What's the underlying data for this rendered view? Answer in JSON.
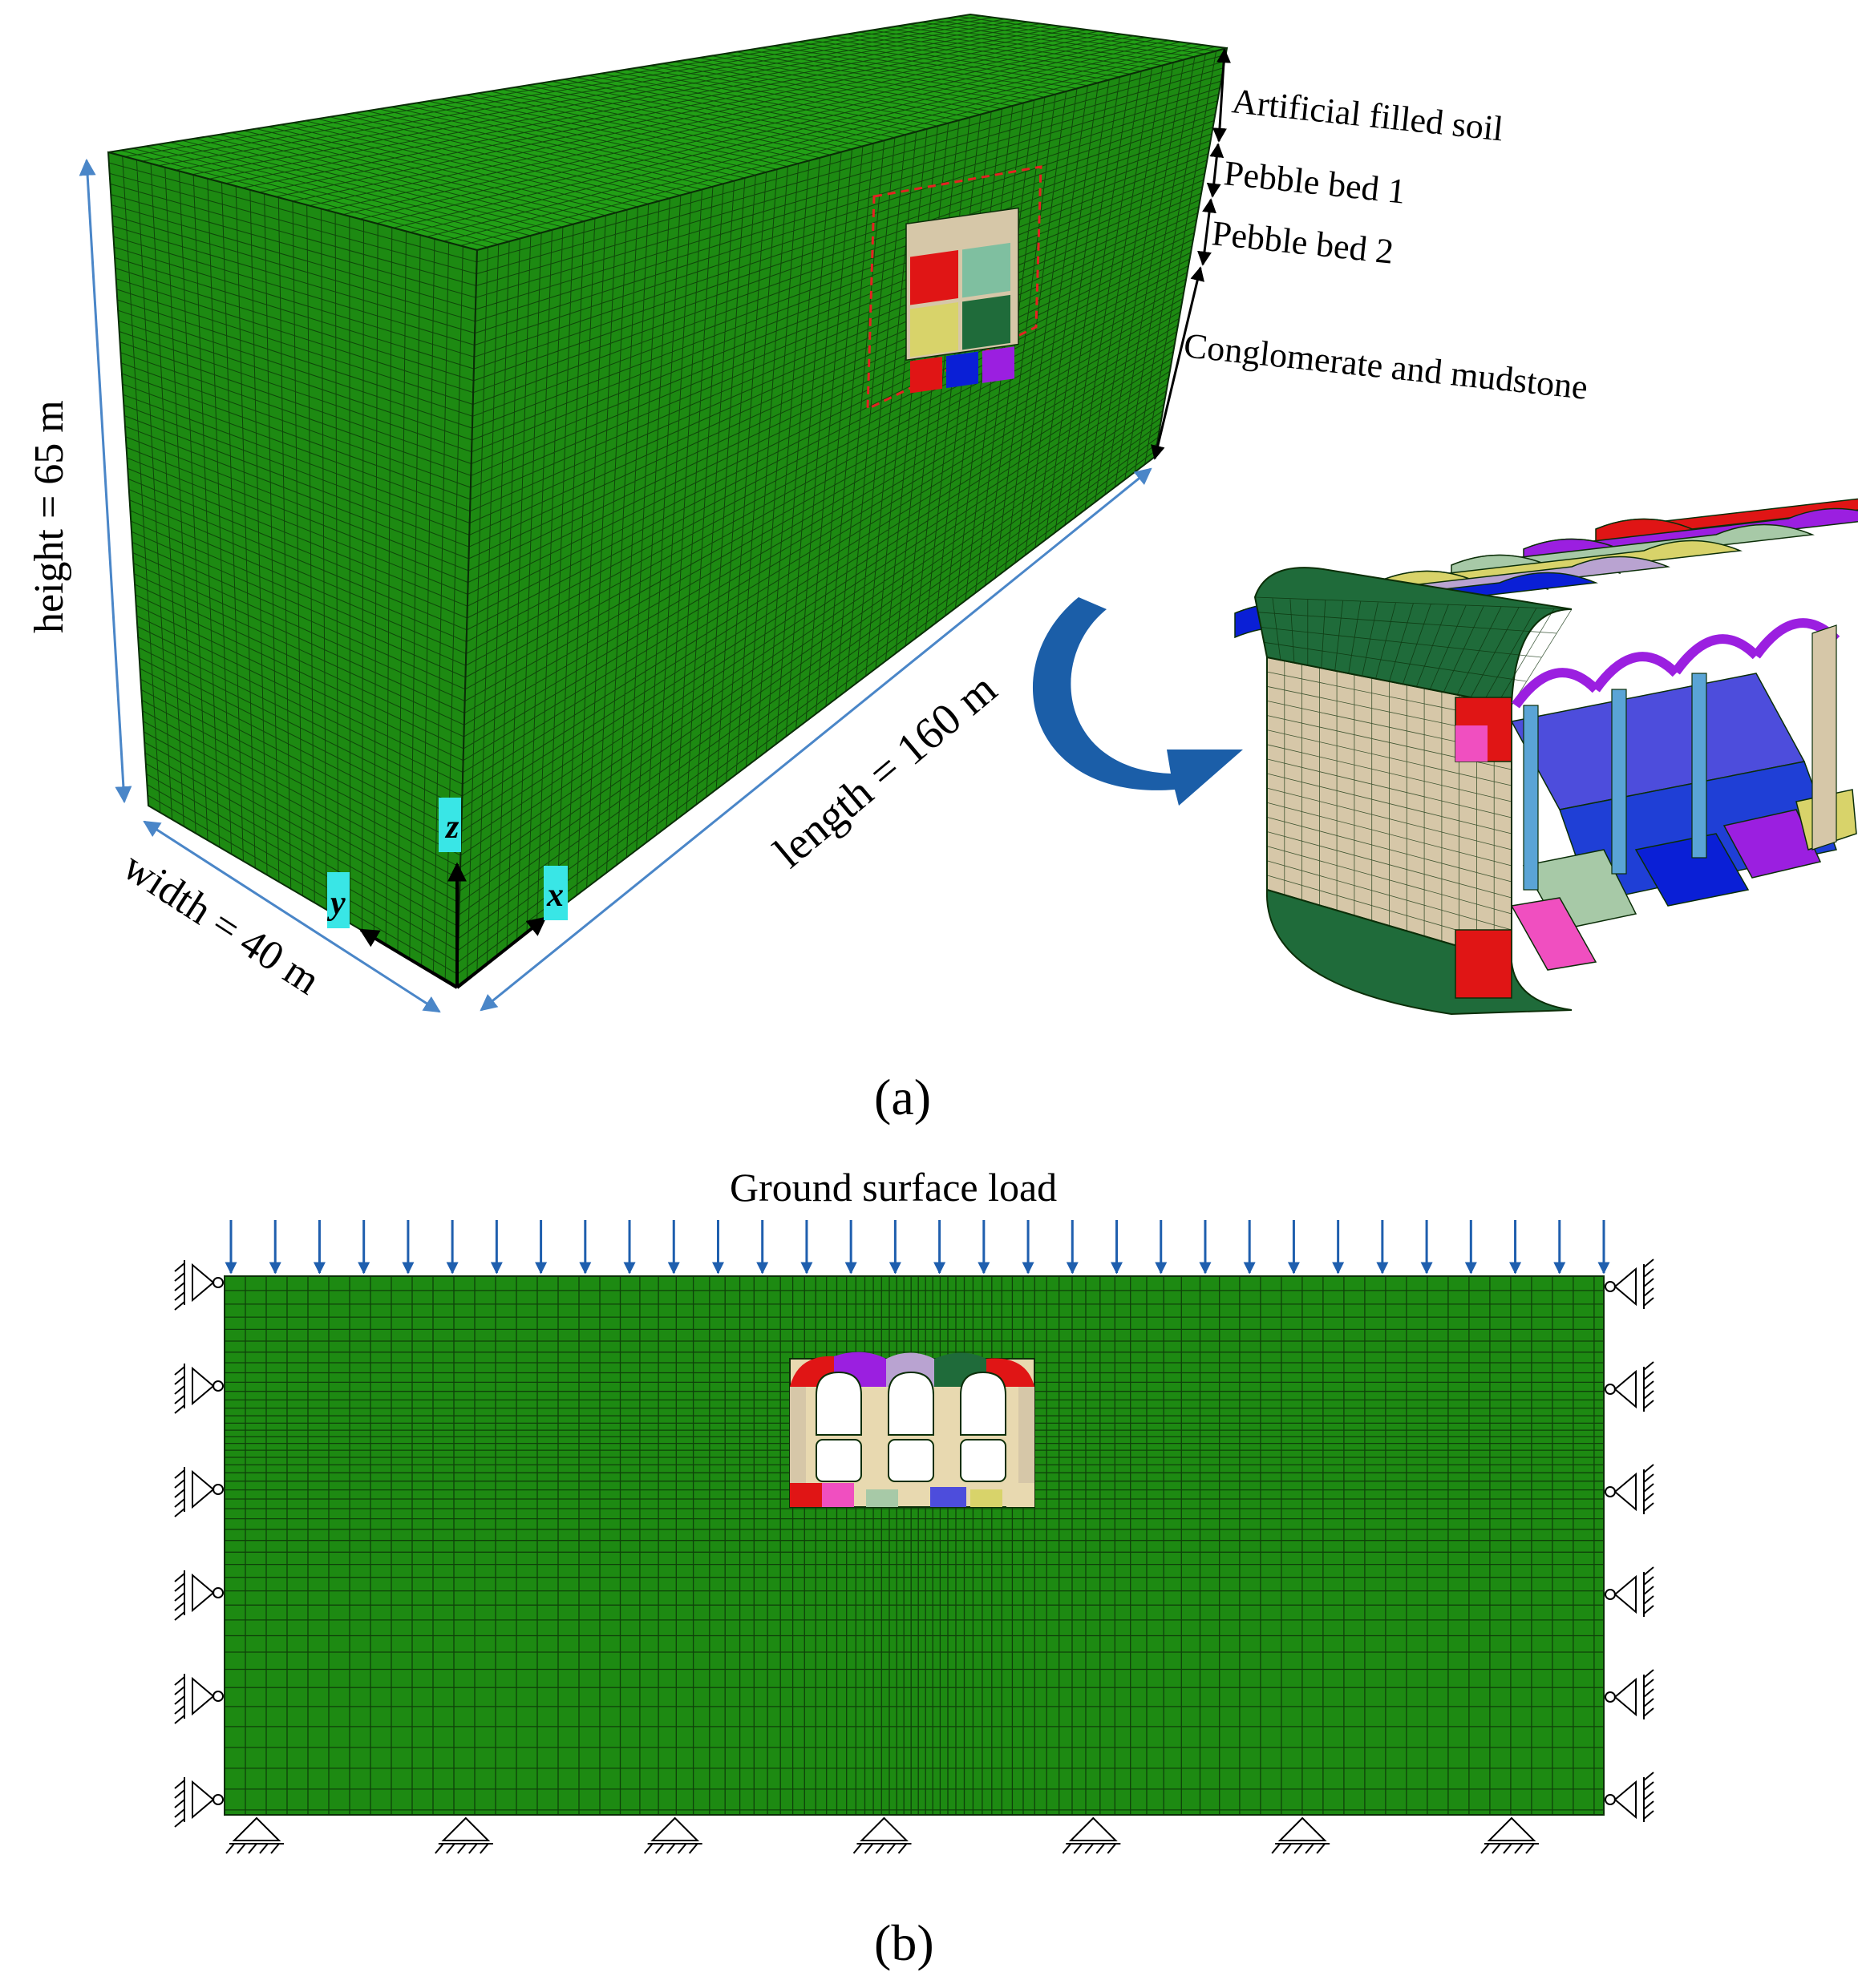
{
  "panel_a": {
    "label": "(a)",
    "layers": [
      "Artificial filled soil",
      "Pebble bed 1",
      "Pebble bed 2",
      "Conglomerate and mudstone"
    ],
    "height_label": "height = 65 m",
    "width_label": "width = 40 m",
    "length_label": "length = 160 m",
    "axes": {
      "z": "z",
      "y": "y",
      "x": "x"
    }
  },
  "panel_b": {
    "label": "(b)",
    "load_label": "Ground surface load",
    "load_arrow_count": 32,
    "left_supports": 6,
    "right_supports": 6,
    "bottom_supports": 7
  },
  "colors": {
    "soil_green": "#1d8a12",
    "mesh_line": "#0b2e08",
    "dimension_blue": "#4a86c8",
    "load_arrow": "#1f5fae",
    "callout_arrow": "#1b5ea8",
    "axis_badge": "#39e6e6",
    "highlight_box": "#e52222",
    "structure_palette": [
      "#1f6b3a",
      "#0a1fd6",
      "#b9a3d1",
      "#d8d36a",
      "#a7c9a7",
      "#9b1fe0",
      "#e01515",
      "#d6c7a8",
      "#f04fc0",
      "#5aa4d6",
      "#7fbfa0",
      "#4d4ddc"
    ]
  }
}
